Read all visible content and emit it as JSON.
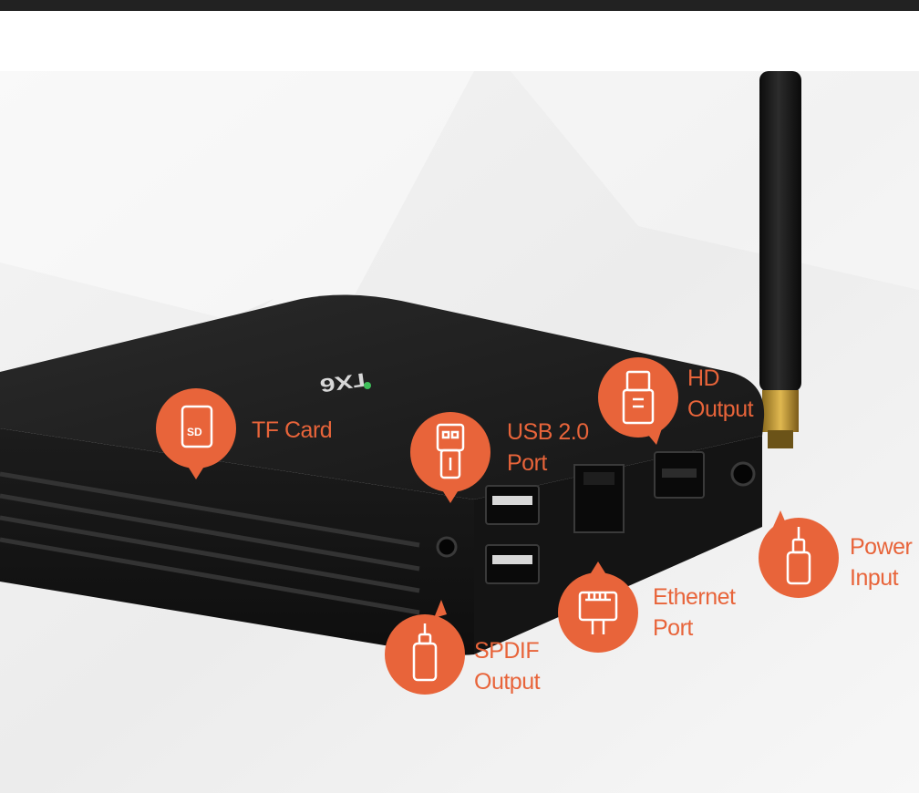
{
  "product": {
    "logo_text": "TX6",
    "accent_color": "#e8643a",
    "body_color": "#1e1e1e"
  },
  "callouts": [
    {
      "id": "tf-card",
      "icon": "sd-card-icon",
      "lines": [
        "TF Card"
      ]
    },
    {
      "id": "usb",
      "icon": "usb-plug-icon",
      "lines": [
        "USB 2.0",
        "Port"
      ]
    },
    {
      "id": "hd",
      "icon": "hdmi-plug-icon",
      "lines": [
        "HD",
        "Output"
      ]
    },
    {
      "id": "power",
      "icon": "power-plug-icon",
      "lines": [
        "Power",
        "Input"
      ]
    },
    {
      "id": "ethernet",
      "icon": "ethernet-plug-icon",
      "lines": [
        "Ethernet",
        "Port"
      ]
    },
    {
      "id": "spdif",
      "icon": "spdif-plug-icon",
      "lines": [
        "SPDIF",
        "Output"
      ]
    }
  ]
}
